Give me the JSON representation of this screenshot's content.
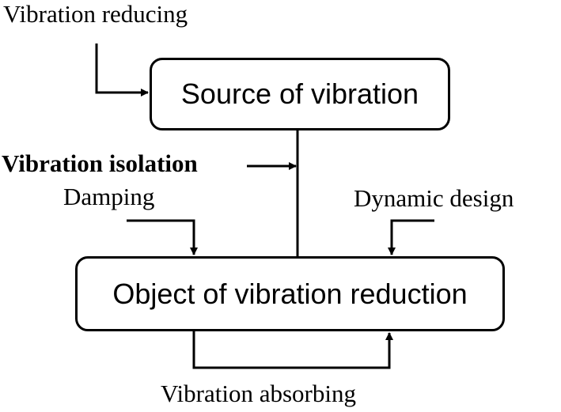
{
  "diagram": {
    "nodes": {
      "source": "Source of vibration",
      "object": "Object of vibration reduction"
    },
    "labels": {
      "vibration_reducing": "Vibration reducing",
      "vibration_isolation": "Vibration isolation",
      "damping": "Damping",
      "dynamic_design": "Dynamic design",
      "vibration_absorbing": "Vibration absorbing"
    },
    "edges": [
      {
        "from": "vibration_reducing",
        "to": "source"
      },
      {
        "from": "source",
        "to": "object"
      },
      {
        "from": "vibration_isolation",
        "to": "source-object-link"
      },
      {
        "from": "damping",
        "to": "object"
      },
      {
        "from": "dynamic_design",
        "to": "object"
      },
      {
        "from": "object",
        "to": "object",
        "label": "vibration_absorbing"
      }
    ]
  }
}
